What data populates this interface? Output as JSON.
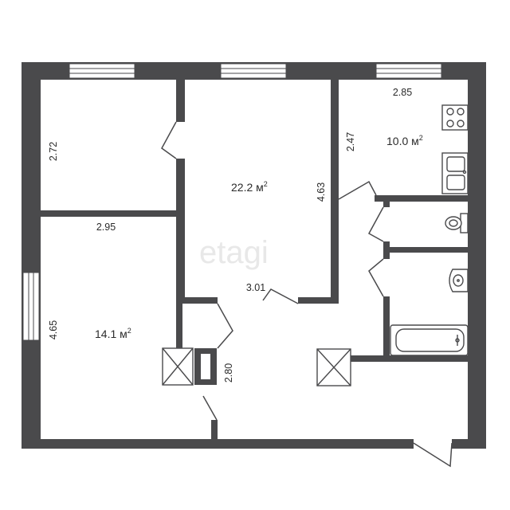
{
  "plan": {
    "rooms": [
      {
        "area": "22.2 м",
        "dimensions": [
          "4.63",
          "3.01"
        ]
      },
      {
        "area": "10.0 м",
        "dimensions": [
          "2.85",
          "2.47"
        ]
      },
      {
        "area": "14.1 м",
        "dimensions": [
          "2.95",
          "4.65"
        ]
      },
      {
        "dimensions": [
          "2.72"
        ]
      },
      {
        "dimensions": [
          "2.80"
        ]
      }
    ],
    "area_unit_sup": "2",
    "watermark": "etagi"
  }
}
